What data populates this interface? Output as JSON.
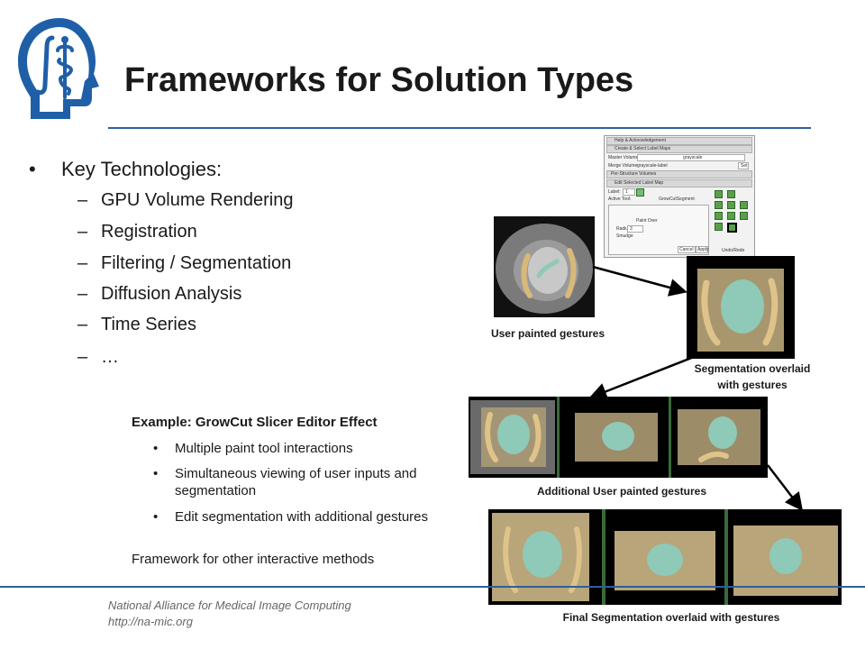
{
  "title": "Frameworks for Solution Types",
  "bullets": {
    "heading": "Key Technologies:",
    "items": [
      "GPU Volume Rendering",
      "Registration",
      "Filtering / Segmentation",
      "Diffusion Analysis",
      "Time Series",
      "…"
    ]
  },
  "example": {
    "title": "Example: GrowCut Slicer Editor Effect",
    "items": [
      "Multiple paint tool interactions",
      "Simultaneous viewing of user inputs and segmentation",
      "Edit segmentation with additional gestures"
    ],
    "footer": "Framework for other interactive methods"
  },
  "captions": {
    "user_painted": "User painted gestures",
    "seg_overlaid_1": "Segmentation overlaid",
    "seg_overlaid_2": "with gestures",
    "additional": "Additional User painted gestures",
    "final": "Final Segmentation overlaid with gestures"
  },
  "panel": {
    "help": "Help & Acknowledgement",
    "create": "Create & Select Label Maps",
    "master_volume_label": "Master Volume:",
    "master_volume_value": "grayscale",
    "merge_volume_label": "Merge Volume:",
    "merge_volume_value": "grayscale-label",
    "set_button": "Set",
    "per_structure": "Per-Structure Volumes",
    "edit": "Edit Selected Label Map",
    "label_label": "Label:",
    "label_value": "1",
    "active_tool_label": "Active Tool:",
    "active_tool_value": "GrowCutSegment",
    "paint_over": "Paint Over",
    "radius_label": "Radius",
    "radius_value": "3",
    "smudge": "Smudge",
    "cancel": "Cancel",
    "apply": "Apply",
    "undo_redo": "Undo/Redo"
  },
  "footer": {
    "org": "National Alliance for Medical Image Computing",
    "url": "http://na-mic.org"
  },
  "colors": {
    "accent": "#2f5f9a",
    "logo": "#1f5fa8",
    "gesture": "#d9b87a",
    "segmentation": "#8fc9b8"
  }
}
